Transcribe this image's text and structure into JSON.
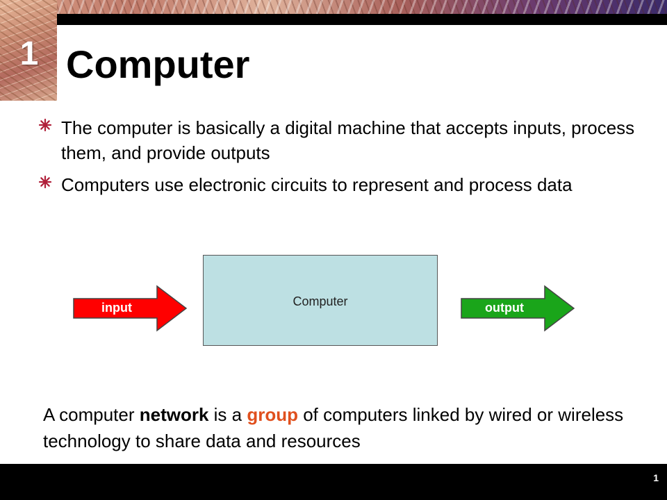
{
  "slide": {
    "number_overlay": "1",
    "title": "Computer",
    "page_number": "1"
  },
  "bullets": [
    {
      "text": "The computer is basically a digital machine that accepts inputs, process them, and provide outputs"
    },
    {
      "text": "Computers use electronic circuits to represent and process data"
    }
  ],
  "diagram": {
    "box_label": "Computer",
    "input_label": "input",
    "output_label": "output",
    "colors": {
      "box": "#bde0e3",
      "input": "#ff0000",
      "output": "#1aa51a"
    }
  },
  "footer": {
    "part1": "A computer ",
    "bold_word": "network",
    "part2": " is a ",
    "highlight_word": "group",
    "part3": " of computers linked by wired or wireless technology to share data and resources"
  }
}
